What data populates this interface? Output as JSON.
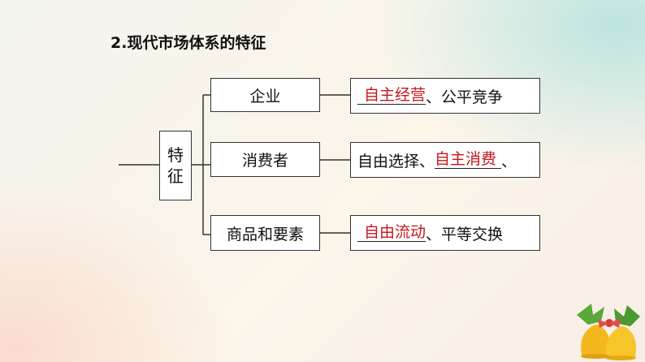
{
  "title": "2.现代市场体系的特征",
  "root": {
    "line1": "特",
    "line2": "征"
  },
  "rows": [
    {
      "category": "企业",
      "answer": "自主经营",
      "suffix": "、公平竞争"
    },
    {
      "category": "消费者",
      "prefix": "自由选择、",
      "answer": "自主消费",
      "suffix": "、"
    },
    {
      "category": "商品和要素",
      "answer": "自由流动",
      "suffix": "、平等交换"
    }
  ],
  "colors": {
    "answer": "#c0191f",
    "line": "#333333"
  },
  "decoration": "christmas-bells-icon"
}
